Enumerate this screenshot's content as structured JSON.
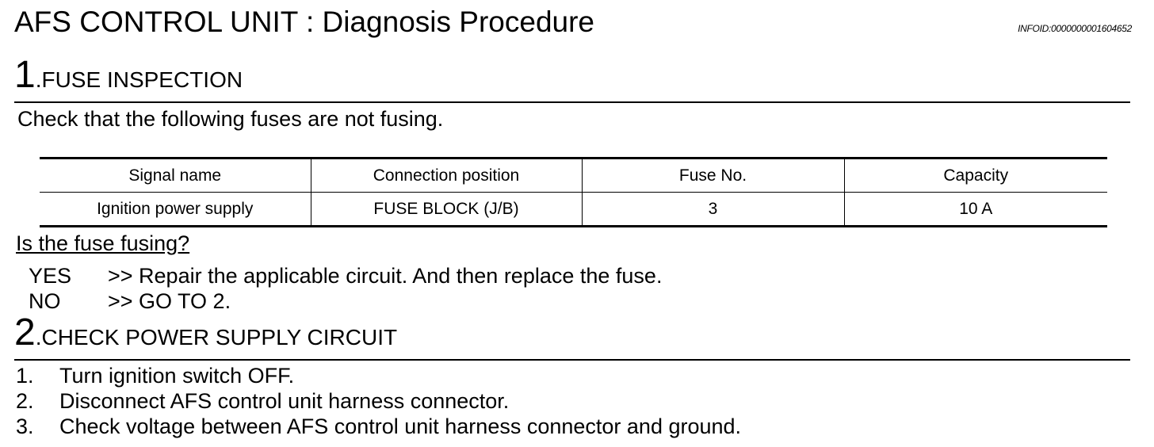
{
  "doc": {
    "title": "AFS CONTROL UNIT : Diagnosis Procedure",
    "info_id": "INFOID:0000000001604652"
  },
  "step1": {
    "number": "1",
    "title": "FUSE INSPECTION",
    "instruction": "Check that the following fuses are not fusing.",
    "table": {
      "headers": [
        "Signal name",
        "Connection position",
        "Fuse No.",
        "Capacity"
      ],
      "rows": [
        [
          "Ignition power supply",
          "FUSE BLOCK (J/B)",
          "3",
          "10 A"
        ]
      ]
    },
    "question": "Is the fuse fusing?",
    "answers": [
      {
        "key": "YES",
        "text": ">> Repair the applicable circuit. And then replace the fuse."
      },
      {
        "key": "NO",
        "text": ">> GO TO 2."
      }
    ]
  },
  "step2": {
    "number": "2",
    "title": "CHECK POWER SUPPLY CIRCUIT",
    "items": [
      {
        "index": "1.",
        "text": "Turn ignition switch OFF."
      },
      {
        "index": "2.",
        "text": "Disconnect AFS control unit harness connector."
      },
      {
        "index": "3.",
        "text": "Check voltage between AFS control unit harness connector and ground."
      }
    ]
  }
}
